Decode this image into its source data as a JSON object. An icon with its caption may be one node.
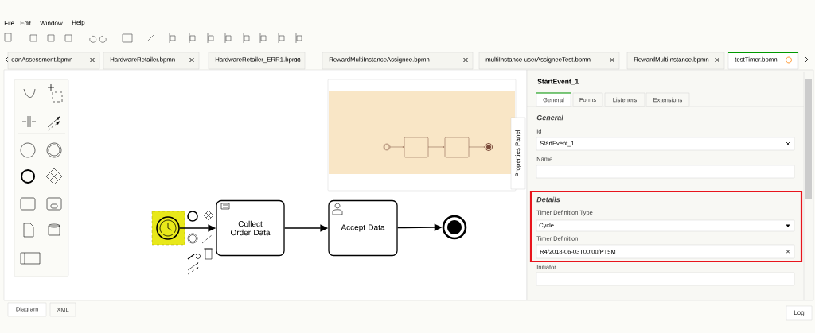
{
  "diagram": {
    "nodes": [
      {
        "text": [],
        "shape": "circle"
      },
      {
        "text": [
          "Collect Order Data"
        ]
      },
      {
        "text": [
          "Accept Data"
        ]
      },
      {
        "text": [],
        "shape": "circle"
      },
      {
        "text": [
          "Details",
          "Timer Definition Type",
          "Cycle",
          "Timer Definition",
          "R4/2018-06-03T00:00/PT5M"
        ]
      }
    ],
    "edges": [
      {
        "from": 0,
        "to": 1,
        "arrow": "to"
      },
      {
        "from": 1,
        "to": 2,
        "arrow": "to"
      },
      {
        "from": 2,
        "to": 3,
        "arrow": "to"
      }
    ],
    "labels": [
      "File",
      "Edit",
      "Window",
      "Help",
      "oanAssessment.bpmn",
      "HardwareRetailer.bpmn",
      "HardwareRetailer_ERR1.bpmn",
      "RewardMultiInstanceAssignee.bpmn",
      "multiInstance-userAssigneeTest.bpmn",
      "RewardMultiInstance.bpmn",
      "testTimer.bpmn",
      "StartEvent_1",
      "General",
      "Forms",
      "Listeners",
      "Extensions",
      "General",
      "Id",
      "StartEvent_1",
      "Name",
      "Initiator",
      "Properties Panel",
      "Diagram",
      "XML",
      "Log"
    ]
  }
}
